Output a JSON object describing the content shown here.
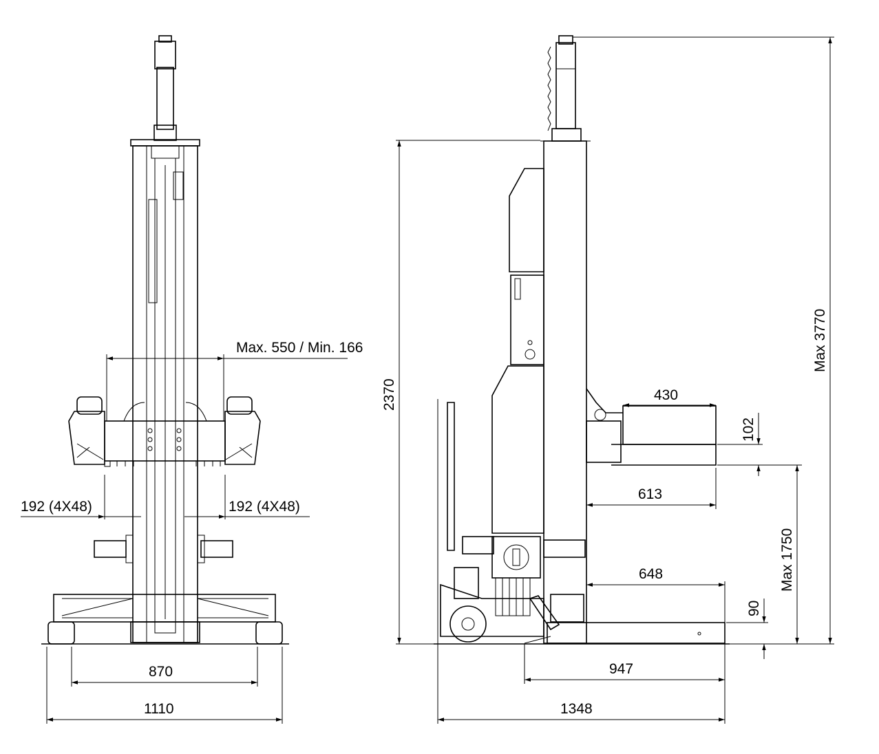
{
  "dimensions": {
    "front_width_range": "Max. 550 / Min. 166",
    "front_left_pad": "192  (4X48)",
    "front_right_pad": "192  (4X48)",
    "front_wheel_track": "870",
    "front_overall_width": "1110",
    "side_column_height": "2370",
    "side_max_height": "Max 3770",
    "side_arm_length": "430",
    "side_arm_thickness": "102",
    "side_arm_reach": "613",
    "side_max_lift": "Max 1750",
    "side_fork_reach": "648",
    "side_fork_height": "90",
    "side_base_length": "947",
    "side_overall_length": "1348"
  },
  "colors": {
    "line": "#000000",
    "background": "#ffffff"
  }
}
